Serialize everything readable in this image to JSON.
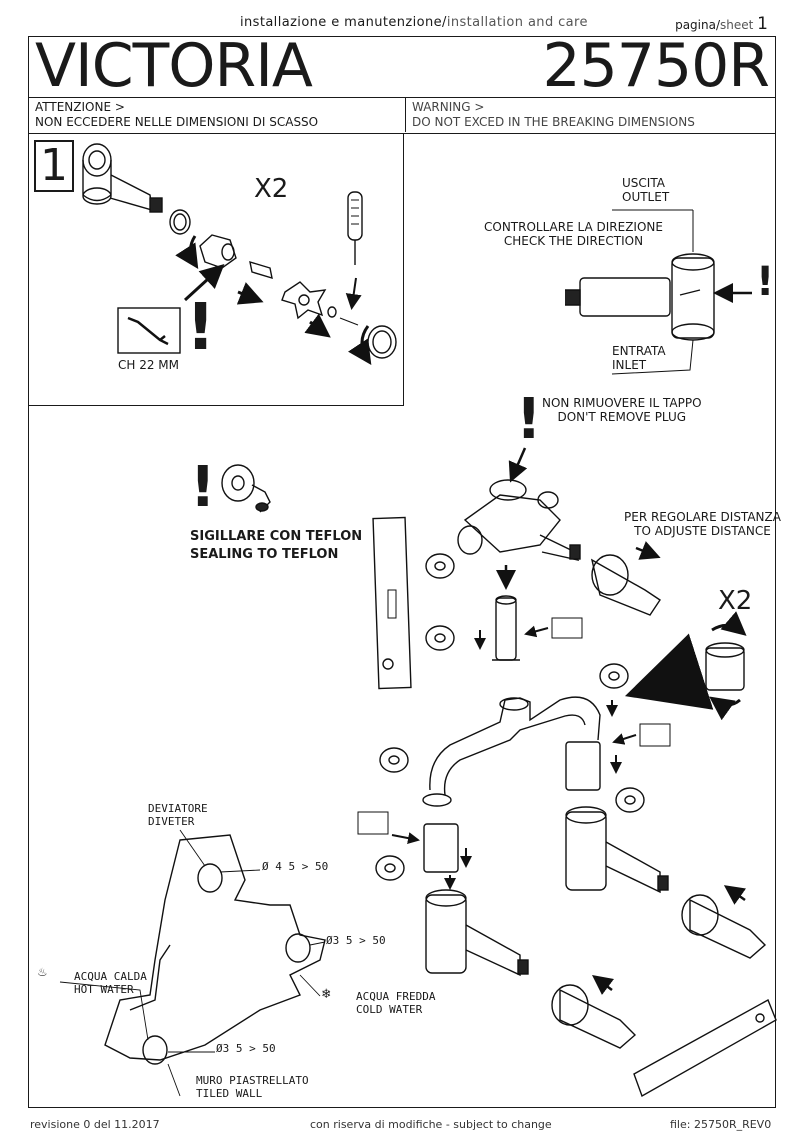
{
  "header": {
    "section_it": "installazione e manutenzione",
    "section_sep": "/",
    "section_en": "installation and care",
    "page_label_it": "pagina",
    "page_label_sep": "/",
    "page_label_en": "sheet",
    "page_number": "1"
  },
  "title": {
    "model_name": "VICTORIA",
    "model_code": "25750R"
  },
  "warning": {
    "it_heading": "ATTENZIONE >",
    "it_text": "NON ECCEDERE NELLE DIMENSIONI DI SCASSO",
    "en_heading": "WARNING >",
    "en_text": "DO NOT EXCED IN THE BREAKING DIMENSIONS"
  },
  "step": {
    "number": "1",
    "multiplier": "X2",
    "wrench_size": "CH 22 MM",
    "exclamation": "!"
  },
  "outlet_diagram": {
    "outlet_it": "USCITA",
    "outlet_en": "OUTLET",
    "direction_it": "CONTROLLARE LA DIREZIONE",
    "direction_en": "CHECK THE DIRECTION",
    "inlet_it": "ENTRATA",
    "inlet_en": "INLET",
    "exclamation": "!"
  },
  "main_diagram": {
    "plug_it": "NON RIMUOVERE IL TAPPO",
    "plug_en": "DON'T REMOVE PLUG",
    "teflon_it": "SIGILLARE CON TEFLON",
    "teflon_en": "SEALING TO TEFLON",
    "distance_it": "PER REGOLARE DISTANZA",
    "distance_en": "TO ADJUSTE DISTANCE",
    "multiplier": "X2",
    "exclamation": "!"
  },
  "wall_diagram": {
    "diverter_it": "DEVIATORE",
    "diverter_en": "DIVETER",
    "dim_diverter": "Ø 4 5 > 50",
    "dim_cold": "Ø3 5 > 50",
    "dim_hot": "Ø3 5 > 50",
    "hot_it": "ACQUA CALDA",
    "hot_en": "HOT WATER",
    "cold_it": "ACQUA FREDDA",
    "cold_en": "COLD WATER",
    "wall_it": "MURO PIASTRELLATO",
    "wall_en": "TILED WALL"
  },
  "footer": {
    "revision": "revisione 0 del 11.2017",
    "notice": "con riserva di modifiche - subject to change",
    "file": "file: 25750R_REV0"
  }
}
